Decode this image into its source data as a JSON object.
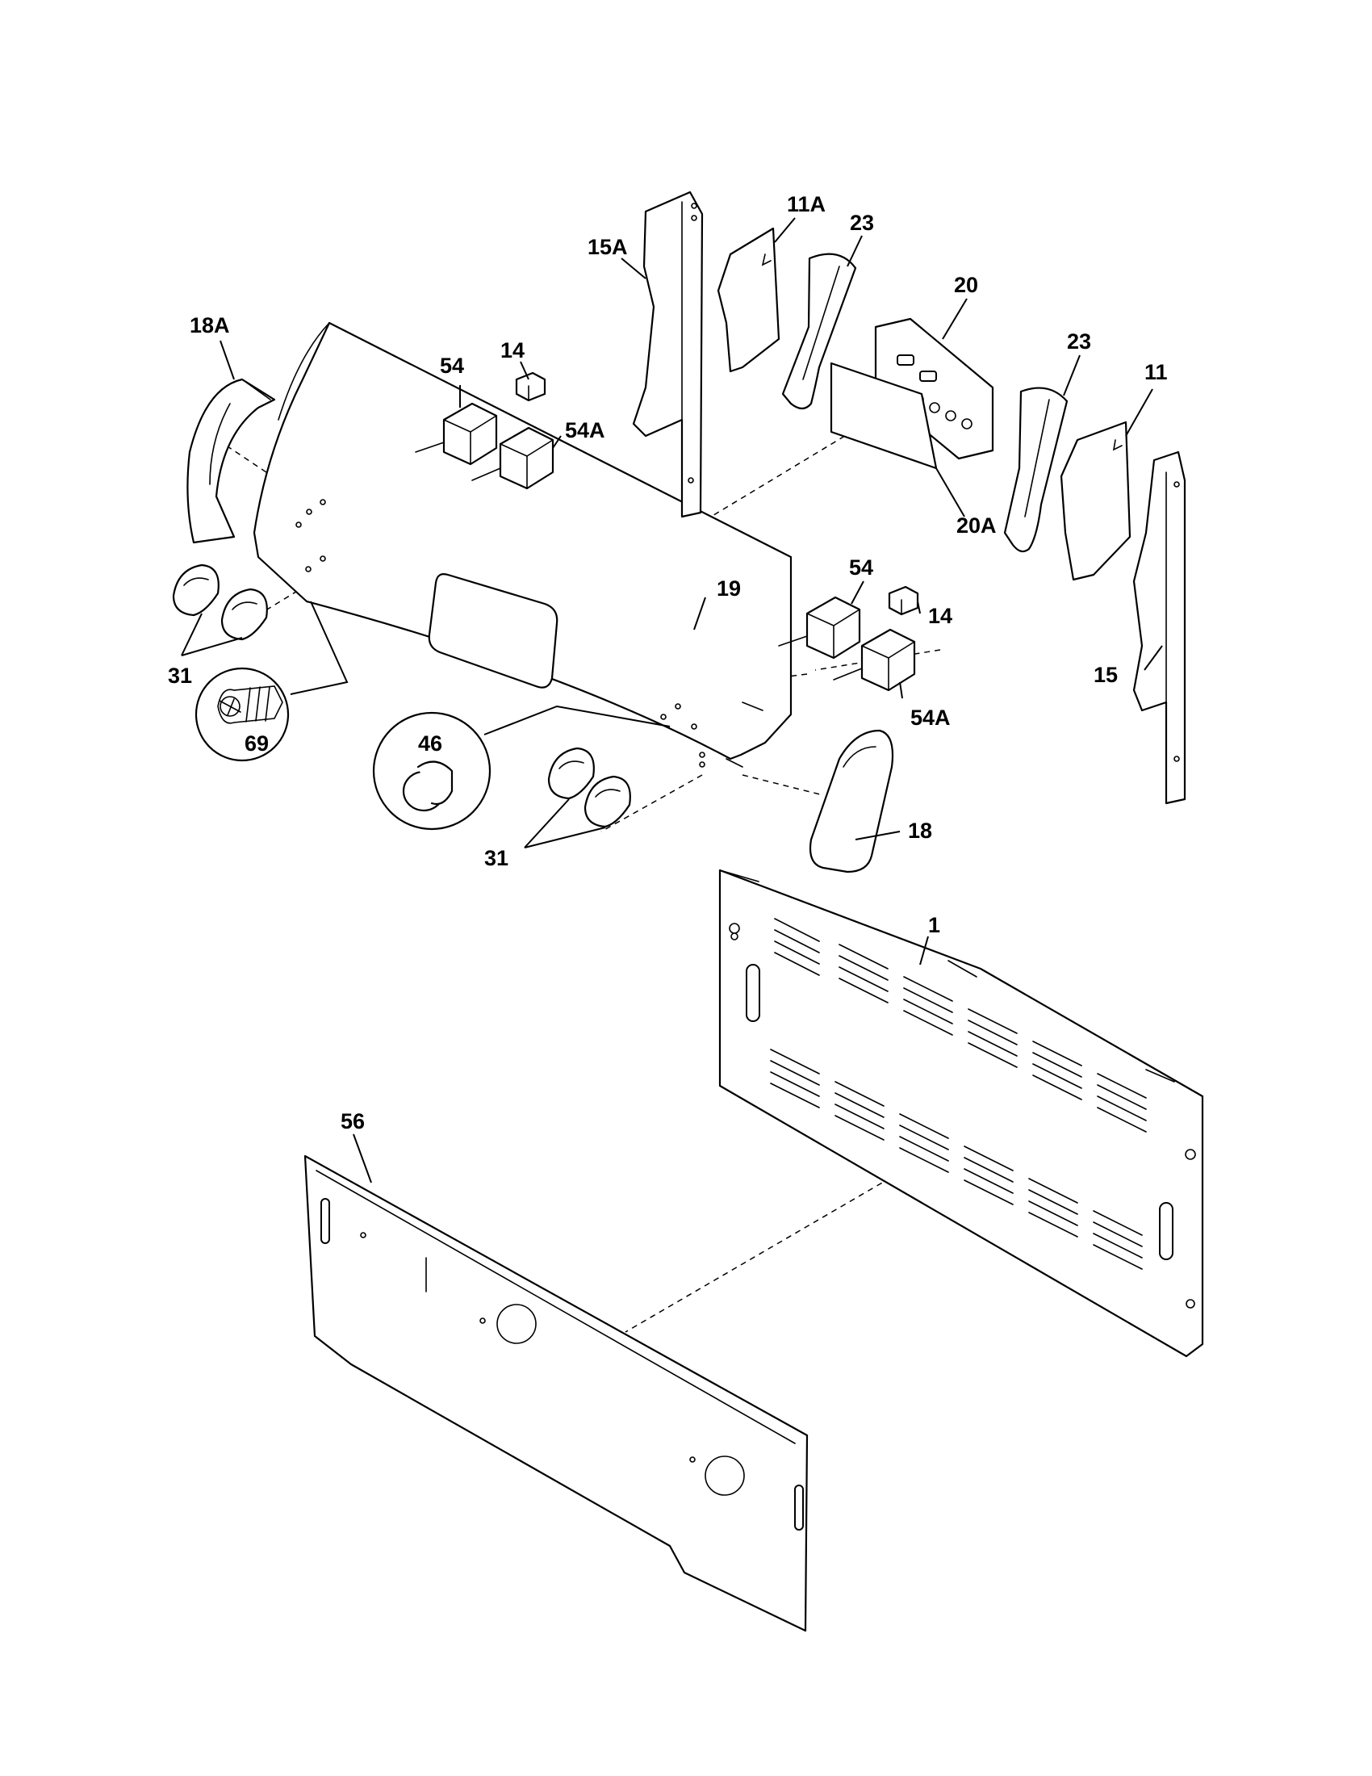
{
  "diagram": {
    "title": "",
    "callouts": {
      "part_1": "1",
      "part_11": "11",
      "part_11a": "11A",
      "part_14_upper": "14",
      "part_14_lower": "14",
      "part_15": "15",
      "part_15a": "15A",
      "part_18": "18",
      "part_18a": "18A",
      "part_19": "19",
      "part_20": "20",
      "part_20a": "20A",
      "part_23_left": "23",
      "part_23_right": "23",
      "part_31_left": "31",
      "part_31_right": "31",
      "part_46": "46",
      "part_54_upper": "54",
      "part_54_lower": "54",
      "part_54a_upper": "54A",
      "part_54a_lower": "54A",
      "part_56": "56",
      "part_69": "69"
    }
  }
}
